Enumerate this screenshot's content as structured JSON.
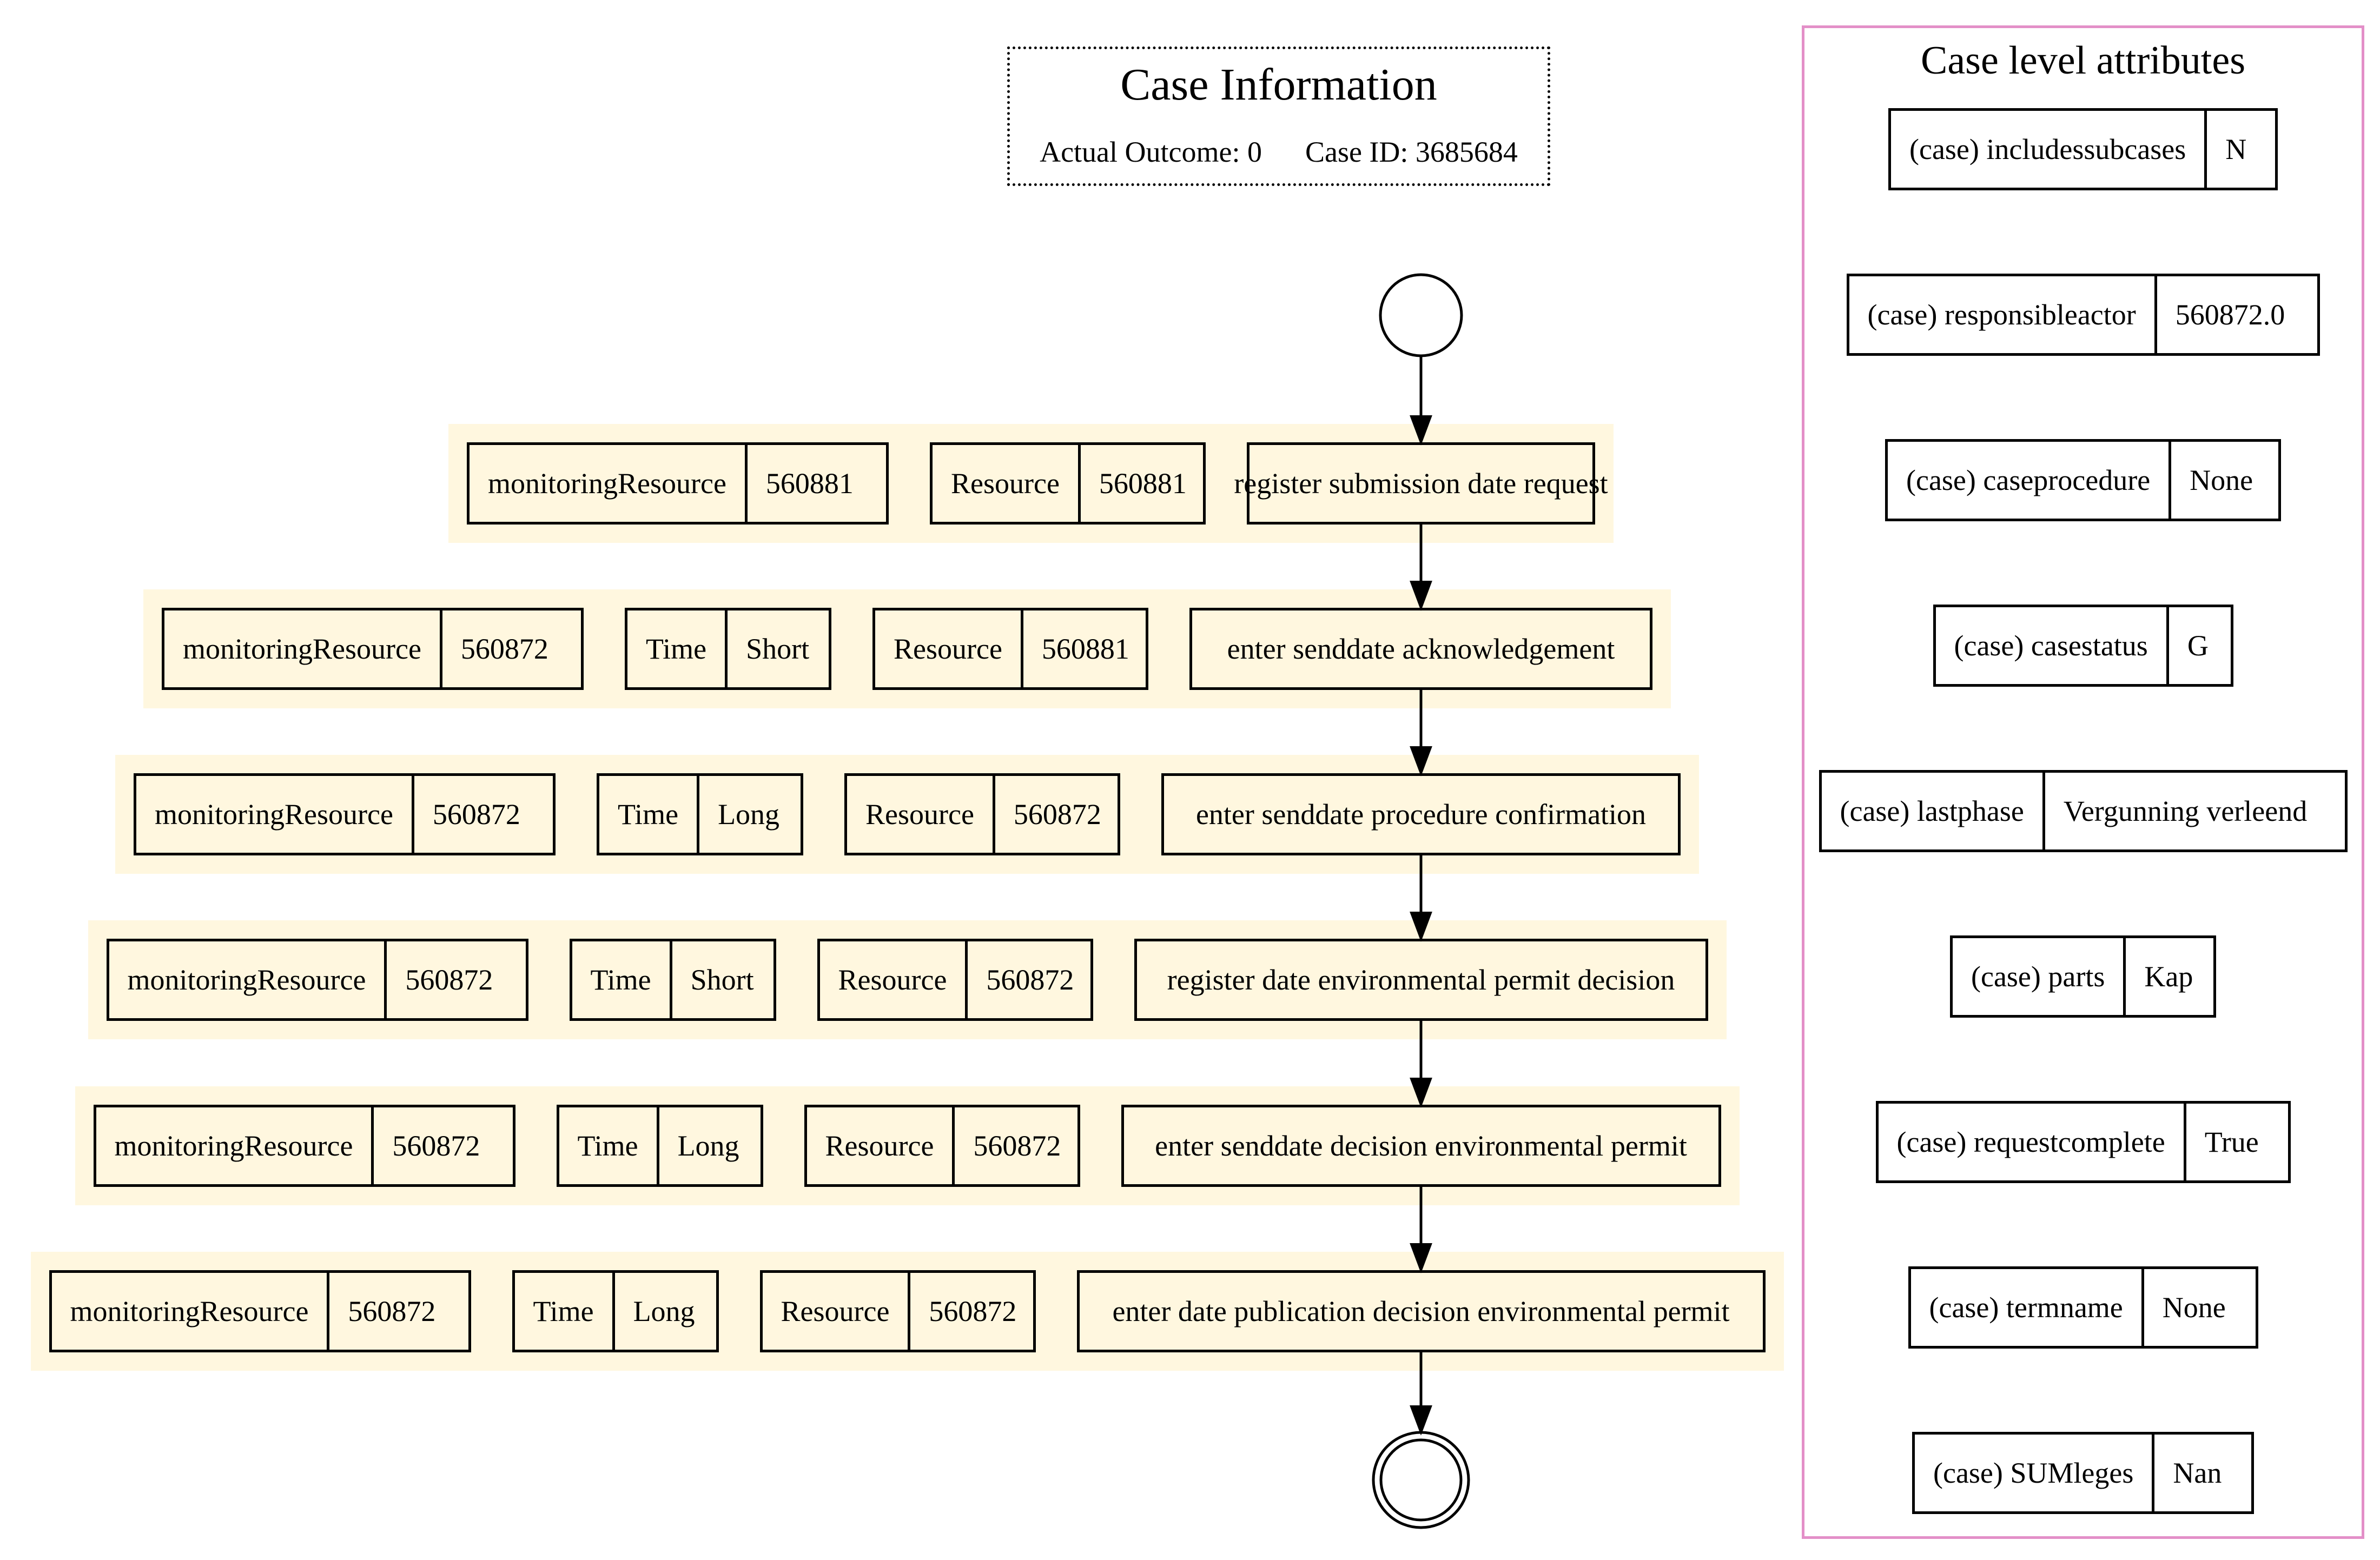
{
  "case_info": {
    "title": "Case Information",
    "actual_outcome": "Actual Outcome: 0",
    "case_id": "Case ID: 3685684"
  },
  "trace": [
    {
      "activity": "register submission date request",
      "attributes": [
        {
          "key": "monitoringResource",
          "value": "560881"
        },
        {
          "key": "Resource",
          "value": "560881"
        }
      ]
    },
    {
      "activity": "enter senddate acknowledgement",
      "attributes": [
        {
          "key": "monitoringResource",
          "value": "560872"
        },
        {
          "key": "Time",
          "value": "Short"
        },
        {
          "key": "Resource",
          "value": "560881"
        }
      ]
    },
    {
      "activity": "enter senddate procedure confirmation",
      "attributes": [
        {
          "key": "monitoringResource",
          "value": "560872"
        },
        {
          "key": "Time",
          "value": "Long"
        },
        {
          "key": "Resource",
          "value": "560872"
        }
      ]
    },
    {
      "activity": "register date environmental permit decision",
      "attributes": [
        {
          "key": "monitoringResource",
          "value": "560872"
        },
        {
          "key": "Time",
          "value": "Short"
        },
        {
          "key": "Resource",
          "value": "560872"
        }
      ]
    },
    {
      "activity": "enter senddate decision environmental permit",
      "attributes": [
        {
          "key": "monitoringResource",
          "value": "560872"
        },
        {
          "key": "Time",
          "value": "Long"
        },
        {
          "key": "Resource",
          "value": "560872"
        }
      ]
    },
    {
      "activity": "enter date publication decision environmental permit",
      "attributes": [
        {
          "key": "monitoringResource",
          "value": "560872"
        },
        {
          "key": "Time",
          "value": "Long"
        },
        {
          "key": "Resource",
          "value": "560872"
        }
      ]
    }
  ],
  "case_attributes": {
    "title": "Case level attributes",
    "items": [
      {
        "key": "(case) includessubcases",
        "value": "N"
      },
      {
        "key": "(case) responsibleactor",
        "value": "560872.0"
      },
      {
        "key": "(case) caseprocedure",
        "value": "None"
      },
      {
        "key": "(case) casestatus",
        "value": "G"
      },
      {
        "key": "(case) lastphase",
        "value": "Vergunning verleend"
      },
      {
        "key": "(case) parts",
        "value": "Kap"
      },
      {
        "key": "(case) requestcomplete",
        "value": "True"
      },
      {
        "key": "(case) termname",
        "value": "None"
      },
      {
        "key": "(case) SUMleges",
        "value": "Nan"
      }
    ]
  },
  "colors": {
    "band_fill": "#fff7df",
    "panel_border": "#e38fc8",
    "stroke": "#000000"
  }
}
